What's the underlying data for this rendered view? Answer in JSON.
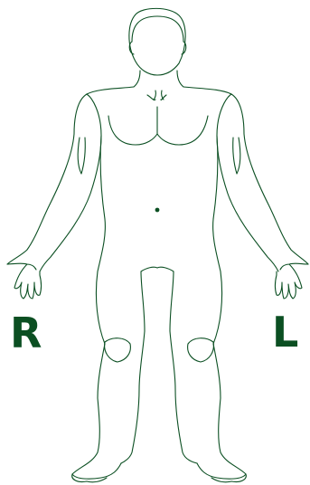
{
  "labels": {
    "right_side": "R",
    "left_side": "L"
  },
  "colors": {
    "outline": "#0b4f22",
    "label": "#0b4f22",
    "background": "#ffffff"
  },
  "figure": {
    "view": "anterior"
  }
}
